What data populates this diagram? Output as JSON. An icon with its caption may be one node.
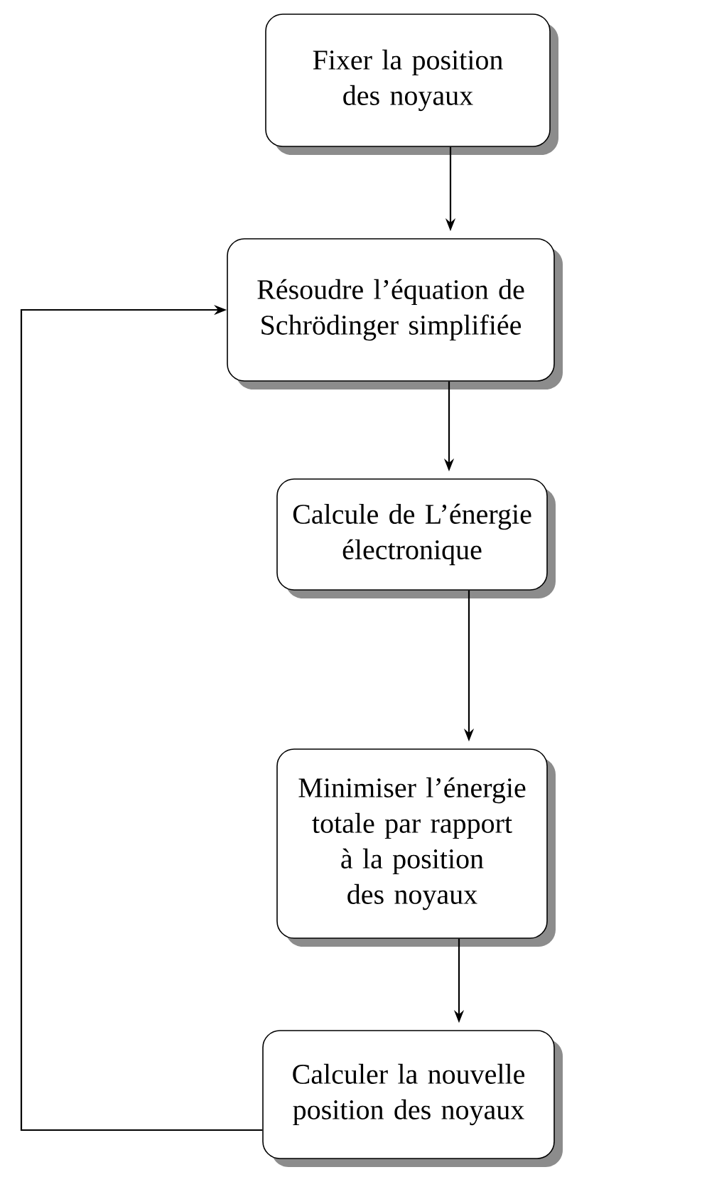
{
  "diagram": {
    "nodes": [
      {
        "text": [
          "Fixer la position des noyaux"
        ]
      },
      {
        "text": [
          "Résoudre l’équation de Schrödinger simplifiée"
        ]
      },
      {
        "text": [
          "Calcule de L’énergie électronique"
        ]
      },
      {
        "text": [
          "Minimiser l’énergie totale par rapport à la position des noyaux"
        ]
      },
      {
        "text": [
          "Calculer la nouvelle position des noyaux"
        ]
      }
    ],
    "edges": [
      {
        "from": 0,
        "to": 1,
        "arrow": "to"
      },
      {
        "from": 1,
        "to": 2,
        "arrow": "to"
      },
      {
        "from": 2,
        "to": 3,
        "arrow": "to"
      },
      {
        "from": 3,
        "to": 4,
        "arrow": "to"
      },
      {
        "from": 4,
        "to": 1,
        "arrow": "to"
      }
    ]
  }
}
